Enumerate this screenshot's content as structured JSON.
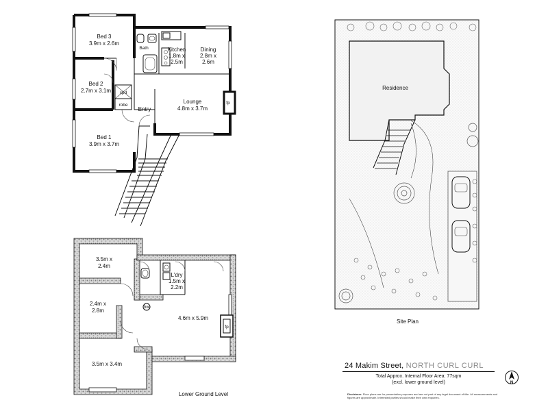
{
  "floor_plan": {
    "upper": {
      "bed3": {
        "name": "Bed 3",
        "size": "3.9m x 2.6m"
      },
      "bed2": {
        "name": "Bed 2",
        "size": "2.7m x 3.1m"
      },
      "bed1": {
        "name": "Bed 1",
        "size": "3.9m x 3.7m"
      },
      "bath": "Bath",
      "kitchen": {
        "name": "Kitchen",
        "size_a": "1.8m x",
        "size_b": "2.5m"
      },
      "dining": {
        "name": "Dining",
        "size_a": "2.8m x",
        "size_b": "2.6m"
      },
      "lounge": {
        "name": "Lounge",
        "size": "4.8m x 3.7m"
      },
      "cpd": "cpd",
      "robe": "robe",
      "entry": "Entry",
      "fireplace": "fp"
    },
    "lower": {
      "room_a": {
        "size_a": "3.5m x",
        "size_b": "2.4m"
      },
      "room_b": {
        "size_a": "2.4m x",
        "size_b": "2.8m"
      },
      "room_c": {
        "size": "3.5m x 3.4m"
      },
      "laundry": {
        "name": "L'dry",
        "size_a": "1.5m x",
        "size_b": "2.2m"
      },
      "main": {
        "size": "4.6m x 5.9m"
      },
      "fireplace": "fp",
      "hot_water": "hw",
      "level_label": "Lower Ground Level"
    },
    "site": {
      "residence": "Residence",
      "label": "Site Plan"
    }
  },
  "title_block": {
    "street": "24 Makim Street,",
    "suburb": "NORTH CURL CURL",
    "area": "Total Approx. Internal Floor Area: 77sqm",
    "excl": "(excl. lower ground level)",
    "disclaimer_head": "Disclaimer:",
    "disclaimer_text": "Floor plans are for presentation purposes and are not part of any legal document of title. All measurements and figures are approximate. Interested parties should make their own enquiries."
  },
  "north_arrow": {
    "letter": "N",
    "icon": "north-arrow-icon"
  }
}
